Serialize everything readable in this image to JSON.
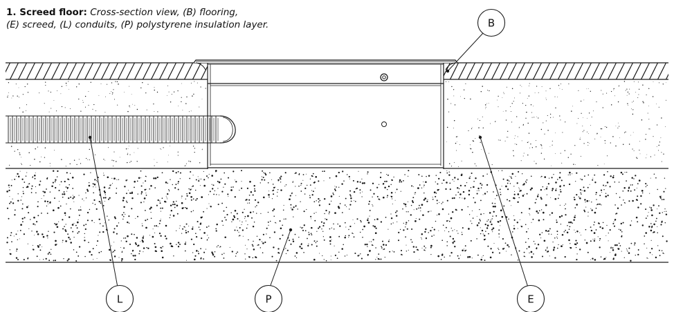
{
  "caption": {
    "number": "1. Screed floor:",
    "line1": "Cross-section view, (B) flooring,",
    "line2": "(E) screed, (L) conduits, (P) polystyrene insulation layer."
  },
  "callouts": {
    "B": "B",
    "E": "E",
    "L": "L",
    "P": "P"
  },
  "colors": {
    "stroke": "#1a1a1a",
    "background": "#ffffff"
  }
}
